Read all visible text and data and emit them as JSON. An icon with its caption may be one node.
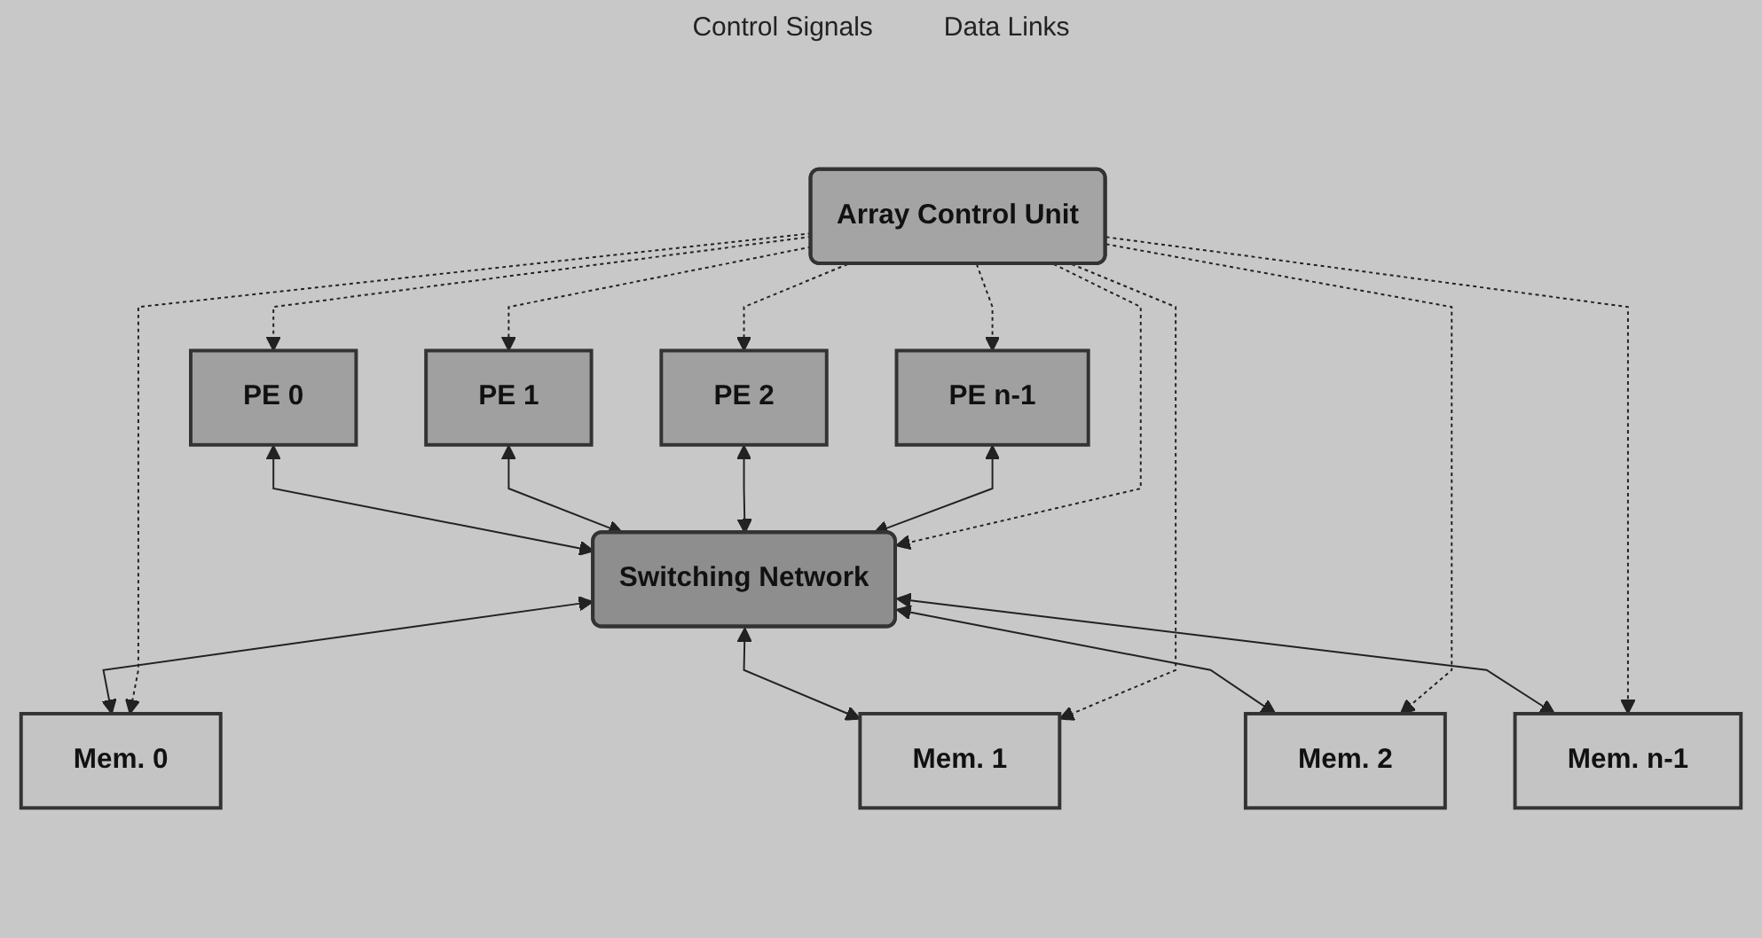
{
  "diagram": {
    "nodes": [
      {
        "text": [
          "Array Control Unit"
        ]
      },
      {
        "text": [
          "PE 0"
        ]
      },
      {
        "text": [
          "PE 1"
        ]
      },
      {
        "text": [
          "PE 2"
        ]
      },
      {
        "text": [
          "PE n-1"
        ]
      },
      {
        "text": [
          "Switching Network"
        ]
      },
      {
        "text": [
          "Mem. 0"
        ]
      },
      {
        "text": [
          "Mem. 1"
        ]
      },
      {
        "text": [
          "Mem. 2"
        ]
      },
      {
        "text": [
          "Mem. n-1"
        ]
      }
    ],
    "edges": [
      {
        "from": 0,
        "to": 1,
        "arrow": "to",
        "style": "dashed"
      },
      {
        "from": 0,
        "to": 2,
        "arrow": "to",
        "style": "dashed"
      },
      {
        "from": 0,
        "to": 3,
        "arrow": "to",
        "style": "dashed"
      },
      {
        "from": 0,
        "to": 4,
        "arrow": "to",
        "style": "dashed"
      },
      {
        "from": 1,
        "to": 5,
        "arrow": "both"
      },
      {
        "from": 2,
        "to": 5,
        "arrow": "both"
      },
      {
        "from": 3,
        "to": 5,
        "arrow": "both"
      },
      {
        "from": 4,
        "to": 5,
        "arrow": "both"
      },
      {
        "from": 5,
        "to": 6,
        "arrow": "both"
      },
      {
        "from": 5,
        "to": 7,
        "arrow": "both"
      },
      {
        "from": 5,
        "to": 8,
        "arrow": "both"
      },
      {
        "from": 5,
        "to": 9,
        "arrow": "both"
      },
      {
        "from": 0,
        "to": 5,
        "arrow": "to",
        "style": "dashed"
      },
      {
        "from": 0,
        "to": 6,
        "arrow": "to",
        "style": "dashed"
      },
      {
        "from": 0,
        "to": 7,
        "arrow": "to",
        "style": "dashed"
      },
      {
        "from": 0,
        "to": 8,
        "arrow": "to",
        "style": "dashed"
      },
      {
        "from": 0,
        "to": 9,
        "arrow": "to",
        "style": "dashed"
      }
    ],
    "labels": [
      "Control Signals",
      "Data Links"
    ]
  }
}
